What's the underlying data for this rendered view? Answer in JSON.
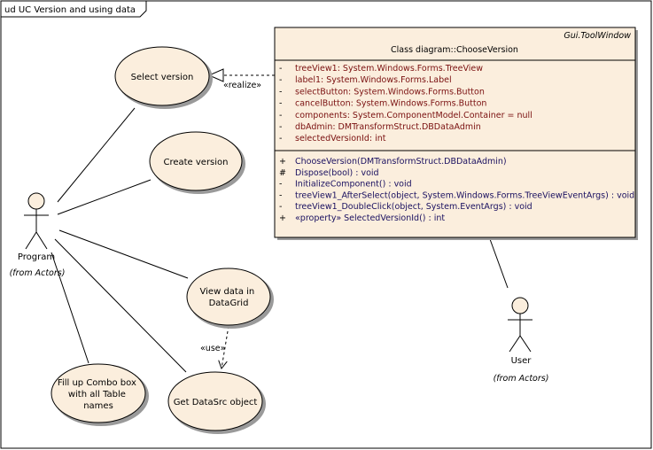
{
  "frame": {
    "label": "ud UC Version and using data"
  },
  "use_cases": {
    "select_version": [
      "Select version"
    ],
    "create_version": [
      "Create version"
    ],
    "view_data": [
      "View data in",
      "DataGrid"
    ],
    "get_datasrc": [
      "Get DataSrc object"
    ],
    "fill_combo": [
      "Fill up Combo box",
      "with all Table",
      "names"
    ]
  },
  "actors": {
    "program": {
      "name": "Program",
      "from": "(from Actors)"
    },
    "user": {
      "name": "User",
      "from": "(from Actors)"
    }
  },
  "relations": {
    "realize": "«realize»",
    "use": "«use»"
  },
  "class_box": {
    "stereotype": "Gui.ToolWindow",
    "name": "Class diagram::ChooseVersion",
    "attributes": [
      {
        "vis": "-",
        "text": "treeView1:  System.Windows.Forms.TreeView"
      },
      {
        "vis": "-",
        "text": "label1:  System.Windows.Forms.Label"
      },
      {
        "vis": "-",
        "text": "selectButton:  System.Windows.Forms.Button"
      },
      {
        "vis": "-",
        "text": "cancelButton:  System.Windows.Forms.Button"
      },
      {
        "vis": "-",
        "text": "components:  System.ComponentModel.Container = null"
      },
      {
        "vis": "-",
        "text": "dbAdmin:  DMTransformStruct.DBDataAdmin"
      },
      {
        "vis": "-",
        "text": "selectedVersionId:  int"
      }
    ],
    "operations": [
      {
        "vis": "+",
        "text": "ChooseVersion(DMTransformStruct.DBDataAdmin)"
      },
      {
        "vis": "#",
        "text": "Dispose(bool) : void"
      },
      {
        "vis": "-",
        "text": "InitializeComponent() : void"
      },
      {
        "vis": "-",
        "text": "treeView1_AfterSelect(object, System.Windows.Forms.TreeViewEventArgs) : void"
      },
      {
        "vis": "-",
        "text": "treeView1_DoubleClick(object, System.EventArgs) : void"
      },
      {
        "vis": "+",
        "text": "«property» SelectedVersionId() : int"
      }
    ]
  },
  "colors": {
    "fill": "#fbeedd",
    "stroke": "#000000",
    "shadow": "#9a9a9a",
    "attr_text": "#7a1010",
    "op_text": "#1a1060"
  }
}
